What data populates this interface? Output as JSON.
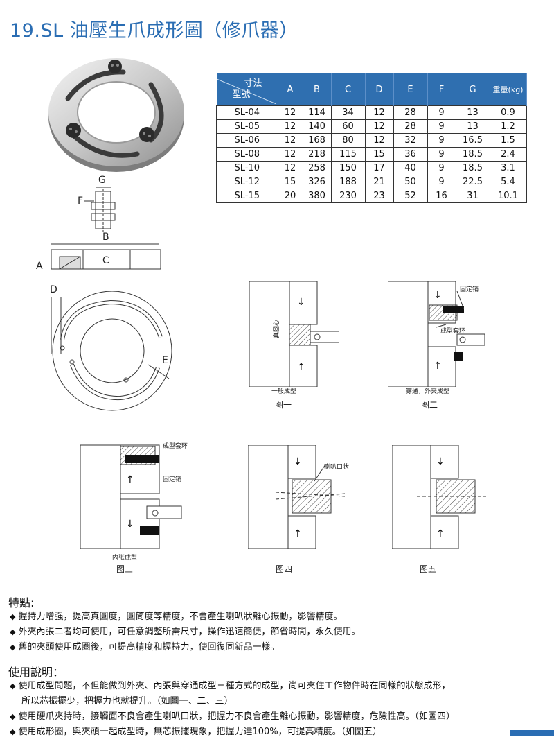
{
  "title": "19.SL 油壓生爪成形圖（修爪器）",
  "table": {
    "corner_top": "寸法",
    "corner_bottom": "型號",
    "headers": [
      "A",
      "B",
      "C",
      "D",
      "E",
      "F",
      "G",
      "重量(kg)"
    ],
    "rows": [
      [
        "SL-04",
        "12",
        "114",
        "34",
        "12",
        "28",
        "9",
        "13",
        "0.9"
      ],
      [
        "SL-05",
        "12",
        "140",
        "60",
        "12",
        "28",
        "9",
        "13",
        "1.2"
      ],
      [
        "SL-06",
        "12",
        "168",
        "80",
        "12",
        "32",
        "9",
        "16.5",
        "1.5"
      ],
      [
        "SL-08",
        "12",
        "218",
        "115",
        "15",
        "36",
        "9",
        "18.5",
        "2.4"
      ],
      [
        "SL-10",
        "12",
        "258",
        "150",
        "17",
        "40",
        "9",
        "18.5",
        "3.1"
      ],
      [
        "SL-12",
        "15",
        "326",
        "188",
        "21",
        "50",
        "9",
        "22.5",
        "5.4"
      ],
      [
        "SL-15",
        "20",
        "380",
        "230",
        "23",
        "52",
        "16",
        "31",
        "10.1"
      ]
    ]
  },
  "dim_labels": {
    "g": "G",
    "f": "F",
    "b": "B",
    "a": "A",
    "c": "C",
    "d": "D",
    "e": "E"
  },
  "figures": {
    "fig1": {
      "caption": "图一",
      "sub": "一般成型",
      "note": "真圆心"
    },
    "fig2": {
      "caption": "图二",
      "sub": "穿通，外夹成型",
      "label1": "固定销",
      "label2": "成型套环"
    },
    "fig3": {
      "caption": "图三",
      "sub": "内张成型",
      "label1": "成型套环",
      "label2": "固定销"
    },
    "fig4": {
      "caption": "图四",
      "label1": "喇叭口状"
    },
    "fig5": {
      "caption": "图五"
    }
  },
  "features": {
    "title": "特點:",
    "items": [
      "握持力增强，提高真圓度，圓筒度等精度，不會產生喇叭狀離心振動，影響精度。",
      "外夾內張二者均可使用，可任意調整所需尺寸，操作迅速簡便，節省時間，永久使用。",
      "舊的夾頭使用成圈後，可提高精度和握持力，使回復同新品一樣。"
    ]
  },
  "usage": {
    "title": "使用說明：",
    "items": [
      "使用成型問題，不但能做到外夾、內張與穿通成型三種方式的成型，尚可夾住工作物件時在同樣的狀態成形，",
      "所以芯振擺少，把握力也就提升。（如圖一、二、三）",
      "使用硬爪夾持時，接觸面不良會產生喇叭口狀，把握力不良會產生離心振動，影響精度，危險性高。（如圖四）",
      "使用成形圈，與夾頭一起成型時，無芯振擺現象，把握力達100%，可提高精度。（如圖五）"
    ]
  },
  "colors": {
    "accent": "#2a6db3",
    "header_bg": "#2f6fb0"
  }
}
